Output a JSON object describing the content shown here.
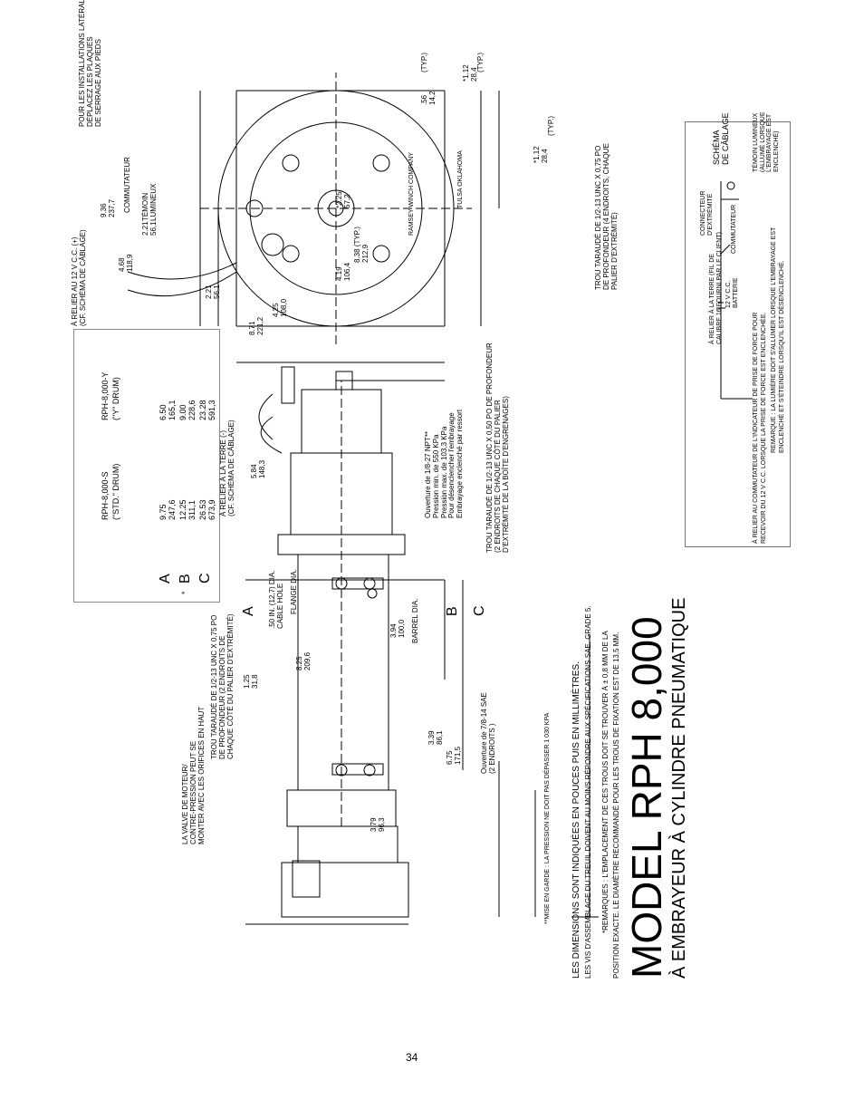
{
  "page_number": "34",
  "title": "MODEL RPH 8,000",
  "subtitle": "À EMBRAYEUR À CYLINDRE PNEUMATIQUE",
  "notes": {
    "units": "LES DIMENSIONS SONT INDIQUÉES EN POUCES PUIS EN MILLIMÈTRES.",
    "bolts": "LES VIS D'ASSEMBLAGE DU TREUIL DOIVENT AU MOINS RÉPONDRE AUX SPÉCIFICATIONS SAE, GRADE 5.",
    "remarks_1": "*REMARQUES : L'EMPLACEMENT DE CES TROUS DOIT SE TROUVER À ± 0,8 MM DE LA",
    "remarks_2": "POSITION EXACTE. LE DIAMÈTRE RECOMMANDÉ POUR LES TROUS DE FIXATION EST DE 13,5 MM.",
    "pressure_warning": "**MISE EN GARDE : LA PRESSION NE DOIT PAS DÉPASSER 1 030 KPA"
  },
  "dim_table": {
    "col_s_1": "RPH-8,000-S",
    "col_s_2": "(\"STD.\" DRUM)",
    "col_y_1": "RPH-8,000-Y",
    "col_y_2": "(\"Y\" DRUM)",
    "rows": [
      {
        "label": "A",
        "mark": "",
        "s_in": "9.75",
        "s_mm": "247,6",
        "y_in": "6.50",
        "y_mm": "165,1"
      },
      {
        "label": "B",
        "mark": "*",
        "s_in": "12.25",
        "s_mm": "311,1",
        "y_in": "9.00",
        "y_mm": "228,6"
      },
      {
        "label": "C",
        "mark": "",
        "s_in": "26.53",
        "s_mm": "673,9",
        "y_in": "23.28",
        "y_mm": "591,3"
      }
    ]
  },
  "side_view": {
    "valve_note": "LA VALVE DE MOTEUR/\nCONTRE-PRESSION PEUT SE\nMONTER AVEC LES ORIFICES EN HAUT",
    "tapped_hole_075": "TROU TARAUDÉ DE 1/2-13 UNC X 0,75 PO\nDE PROFONDEUR (2 ENDROITS DE\nCHAQUE CÔTÉ DU PALIER D'EXTRÉMITÉ)",
    "ground": "À RELIER À LA TERRE (-)\n(CF. SCHÉMA DE CÂBLAGE)",
    "dim_584": "5.84\n148,3",
    "dim_125": "1.25\n31,8",
    "cable_hole": ".50 IN. (12,7) DIA.\nCABLE HOLE",
    "flange": "FLANGE DIA.",
    "dim_825": "8.25\n209,6",
    "dim_394": "3.94\n100,0",
    "barrel": "BARREL DIA.",
    "dim_339": "3.39\n86,1",
    "dim_675": "6.75\n171,5",
    "dim_379": "3.79\n96,3",
    "port_saе": "Ouverture de 7/8-14 SAE\n(2 ENDROITS )",
    "air_port": "Ouverture de 1/8-27 NPT**\nPression min. de 550 KPa\nPression max. de 103,3 KPa\nPour désenclencher l'embrayage\nEmbrayage enclenché par ressort",
    "tapped_hole_050_gear": "TROU TARAUDÉ DE 1/2-13 UNC X 0,50 PO DE PROFONDEUR\n(2 ENDROITS DE CHAQUE CÔTÉ DU PALIER\nD'EXTRÉMITÉ DE LA BOÎTE D'ENGRENAGES)",
    "letter_a": "A",
    "letter_b": "B",
    "letter_c": "C"
  },
  "end_view": {
    "lateral_note": "POUR LES INSTALLATIONS LATÉRALES,\nDÉPLACEZ LES PLAQUES\nDE SERRAGE AUX PIEDS",
    "switch": "COMMUTATEUR",
    "lamp": "TÉMOIN\nLUMINEUX",
    "dc_12v": "À RELIER AU 12 V C.C. (+)\n(CF. SCHÉMA DE CÂBLAGE)",
    "dim_936": "9.36\n237,7",
    "dim_468": "4.68\n118,9",
    "dim_221a": "2.21\n56,1",
    "dim_221b": "2.21\n56,1",
    "dim_871": "8.71\n221,2",
    "dim_425": "4.25\n108,0",
    "dim_419": "4.19\n106,4",
    "dim_225": "*2.25\n57,2",
    "dim_838": "8.38 (TYP.)\n212,9",
    "dim_056": ".56\n14,2",
    "typ1": "(TYP.)",
    "dim_112a": "*1.12\n28,4",
    "typ2": "(TYP.)",
    "dim_112b": "*1.12\n28,4",
    "typ3": "(TYP.)",
    "tapped_hole_075_end": "TROU TARAUDÉ DE 1/2-13 UNC X 0,75 PO\nDE PROFONDEUR (4 ENDROITS, CHAQUE\nPALIER D'EXTRÉMITÉ)",
    "brand": "RAMSEY WINCH COMPANY",
    "city": "TULSA OKLAHOMA"
  },
  "wiring": {
    "title": "SCHÉMA\nDE CÂBLAGE",
    "lamp_note": "TÉMOIN LUMINEUX\n(ALLUMÉ LORSQUE\nL'EMBRAYAGE EST\nENCLENCHÉ)",
    "connector": "CONNECTEUR\nD'EXTRÉMITÉ",
    "switch": "COMMUTATEUR",
    "battery": "12 V C.C.\nBATTERIE",
    "ground_wire": "À RELIER À LA TERRE (FIL DE\nCALIBRE 16 FOURNI PAR LE CLIENT)",
    "pto_note_1": "À RELIER AU COMMUTATEUR DE L'INDICATEUR DE PRISE DE FORCE POUR",
    "pto_note_2": "RECEVOIR DU 12 V C.C. LORSQUE LA PRISE DE FORCE EST ENCLENCHÉE.",
    "remark_1": "REMARQUE : LA LUMIÈRE DOIT S'ALLUMER LORSQUE L'EMBRAYAGE EST",
    "remark_2": "ENCLENCHÉ ET S'ÉTEINDRE LORSQU'IL EST DÉSENCLENCHÉ."
  }
}
